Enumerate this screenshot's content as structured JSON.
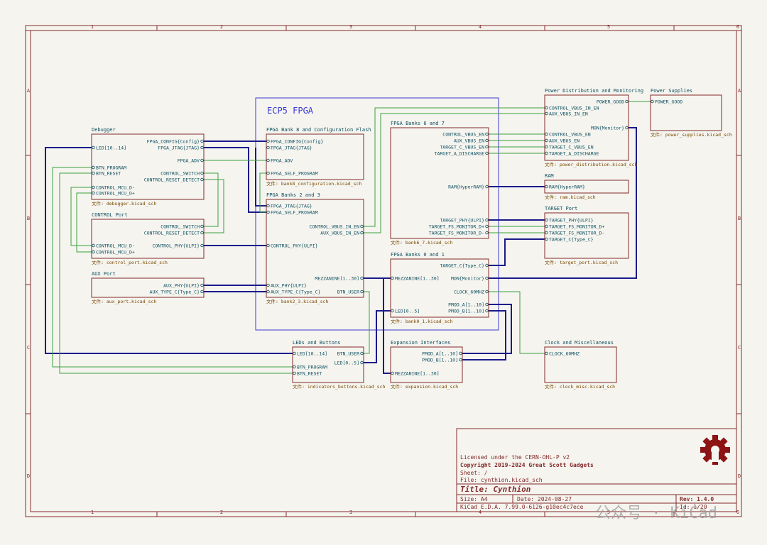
{
  "frame": {
    "columns": [
      "1",
      "2",
      "3",
      "4",
      "5",
      "6"
    ],
    "rows": [
      "A",
      "B",
      "C",
      "D"
    ]
  },
  "fpga_group": {
    "title": "ECP5 FPGA"
  },
  "sheets": {
    "debugger": {
      "title": "Debugger",
      "file": "文件: debugger.kicad_sch",
      "pins": [
        "LED[10..14]",
        "BTN_PROGRAM",
        "BTN_RESET",
        "CONTROL_MCU_D-",
        "CONTROL_MCU_D+",
        "FPGA_CONFIG{Config}",
        "FPGA_JTAG{JTAG}",
        "FPGA_ADV",
        "CONTROL_SWITCH",
        "CONTROL_RESET_DETECT"
      ]
    },
    "control": {
      "title": "CONTROL Port",
      "file": "文件: control_port.kicad_sch",
      "pins": [
        "CONTROL_MCU_D-",
        "CONTROL_MCU_D+",
        "CONTROL_SWITCH",
        "CONTROL_RESET_DETECT",
        "CONTROL_PHY{ULPI}"
      ]
    },
    "aux": {
      "title": "AUX Port",
      "file": "文件: aux_port.kicad_sch",
      "pins": [
        "AUX_PHY{ULPI}",
        "AUX_TYPE_C{Type_C}"
      ]
    },
    "bank8": {
      "title": "FPGA Bank 8 and Configuration Flash",
      "file": "文件: bank8_configuration.kicad_sch",
      "pins": [
        "FPGA_CONFIG{Config}",
        "FPGA_JTAG{JTAG}",
        "FPGA_ADV",
        "FPGA_SELF_PROGRAM"
      ]
    },
    "bank23": {
      "title": "FPGA Banks 2 and 3",
      "file": "文件: bank2_3.kicad_sch",
      "pins": [
        "FPGA_JTAG{JTAG}",
        "FPGA_SELF_PROGRAM",
        "CONTROL_PHY{ULPI}",
        "AUX_PHY{ULPI}",
        "AUX_TYPE_C{Type_C}",
        "CONTROL_VBUS_IN_EN",
        "AUX_VBUS_IN_EN",
        "MEZZANINE[1..30]",
        "BTN_USER"
      ]
    },
    "bank67": {
      "title": "FPGA Banks 6 and 7",
      "file": "文件: bank6_7.kicad_sch",
      "pins": [
        "CONTROL_VBUS_EN",
        "AUX_VBUS_EN",
        "TARGET_C_VBUS_EN",
        "TARGET_A_DISCHARGE",
        "RAM{HyperRAM}",
        "TARGET_PHY{ULPI}",
        "TARGET_FS_MONITOR_D+",
        "TARGET_FS_MONITOR_D-"
      ]
    },
    "bank01": {
      "title": "FPGA Banks 0 and 1",
      "file": "文件: bank0_1.kicad_sch",
      "pins": [
        "TARGET_C{Type_C}",
        "MEZZANINE[1..30]",
        "MON{Monitor}",
        "CLOCK_60MHZ",
        "PMOD_A[1..10]",
        "PMOD_B[1..10]",
        "LED[0..5]"
      ]
    },
    "leds": {
      "title": "LEDs and Buttons",
      "file": "文件: indicators_buttons.kicad_sch",
      "pins": [
        "LED[10..14]",
        "BTN_PROGRAM",
        "BTN_RESET",
        "BTN_USER",
        "LED[0..5]"
      ]
    },
    "expansion": {
      "title": "Expansion Interfaces",
      "file": "文件: expansion.kicad_sch",
      "pins": [
        "PMOD_A[1..10]",
        "PMOD_B[1..10]",
        "MEZZANINE[1..30]"
      ]
    },
    "powerdist": {
      "title": "Power Distribution and Monitoring",
      "file": "文件: power_distribution.kicad_sch",
      "pins": [
        "POWER_GOOD",
        "CONTROL_VBUS_IN_EN",
        "AUX_VBUS_IN_EN",
        "MON{Monitor}",
        "CONTROL_VBUS_EN",
        "AUX_VBUS_EN",
        "TARGET_C_VBUS_EN",
        "TARGET_A_DISCHARGE"
      ]
    },
    "powersup": {
      "title": "Power Supplies",
      "file": "文件: power_supplies.kicad_sch",
      "pins": [
        "POWER_GOOD"
      ]
    },
    "ram": {
      "title": "RAM",
      "file": "文件: ram.kicad_sch",
      "pins": [
        "RAM{HyperRAM}"
      ]
    },
    "target": {
      "title": "TARGET Port",
      "file": "文件: target_port.kicad_sch",
      "pins": [
        "TARGET_PHY{ULPI}",
        "TARGET_FS_MONITOR_D+",
        "TARGET_FS_MONITOR_D-",
        "TARGET_C{Type_C}"
      ]
    },
    "clock": {
      "title": "Clock and Miscellaneous",
      "file": "文件: clock_misc.kicad_sch",
      "pins": [
        "CLOCK_60MHZ"
      ]
    }
  },
  "title_block": {
    "license": "Licensed under the CERN-OHL-P v2",
    "copyright": "Copyright 2019-2024 Great Scott Gadgets",
    "sheet": "Sheet: /",
    "file": "File: cynthion.kicad_sch",
    "title": "Title: Cynthion",
    "size": "Size: A4",
    "date": "Date: 2024-08-27",
    "rev": "Rev: 1.4.0",
    "tool": "KiCad E.D.A. 7.99.0-6126-g10ec4c7ece",
    "id": "Id: 1/20"
  },
  "watermark": "公众号 · KiCad",
  "colors": {
    "background": "#f5f4ef",
    "frame": "#842a2a",
    "sheet_border": "#842a2a",
    "sheet_title": "#0e5060",
    "sheet_file": "#7a4a00",
    "pin_text": "#0e5060",
    "bus_wire": "#1a1a8c",
    "signal_wire": "#3ca03c",
    "group_box": "#3a3ad0",
    "title_text": "#842a2a"
  }
}
